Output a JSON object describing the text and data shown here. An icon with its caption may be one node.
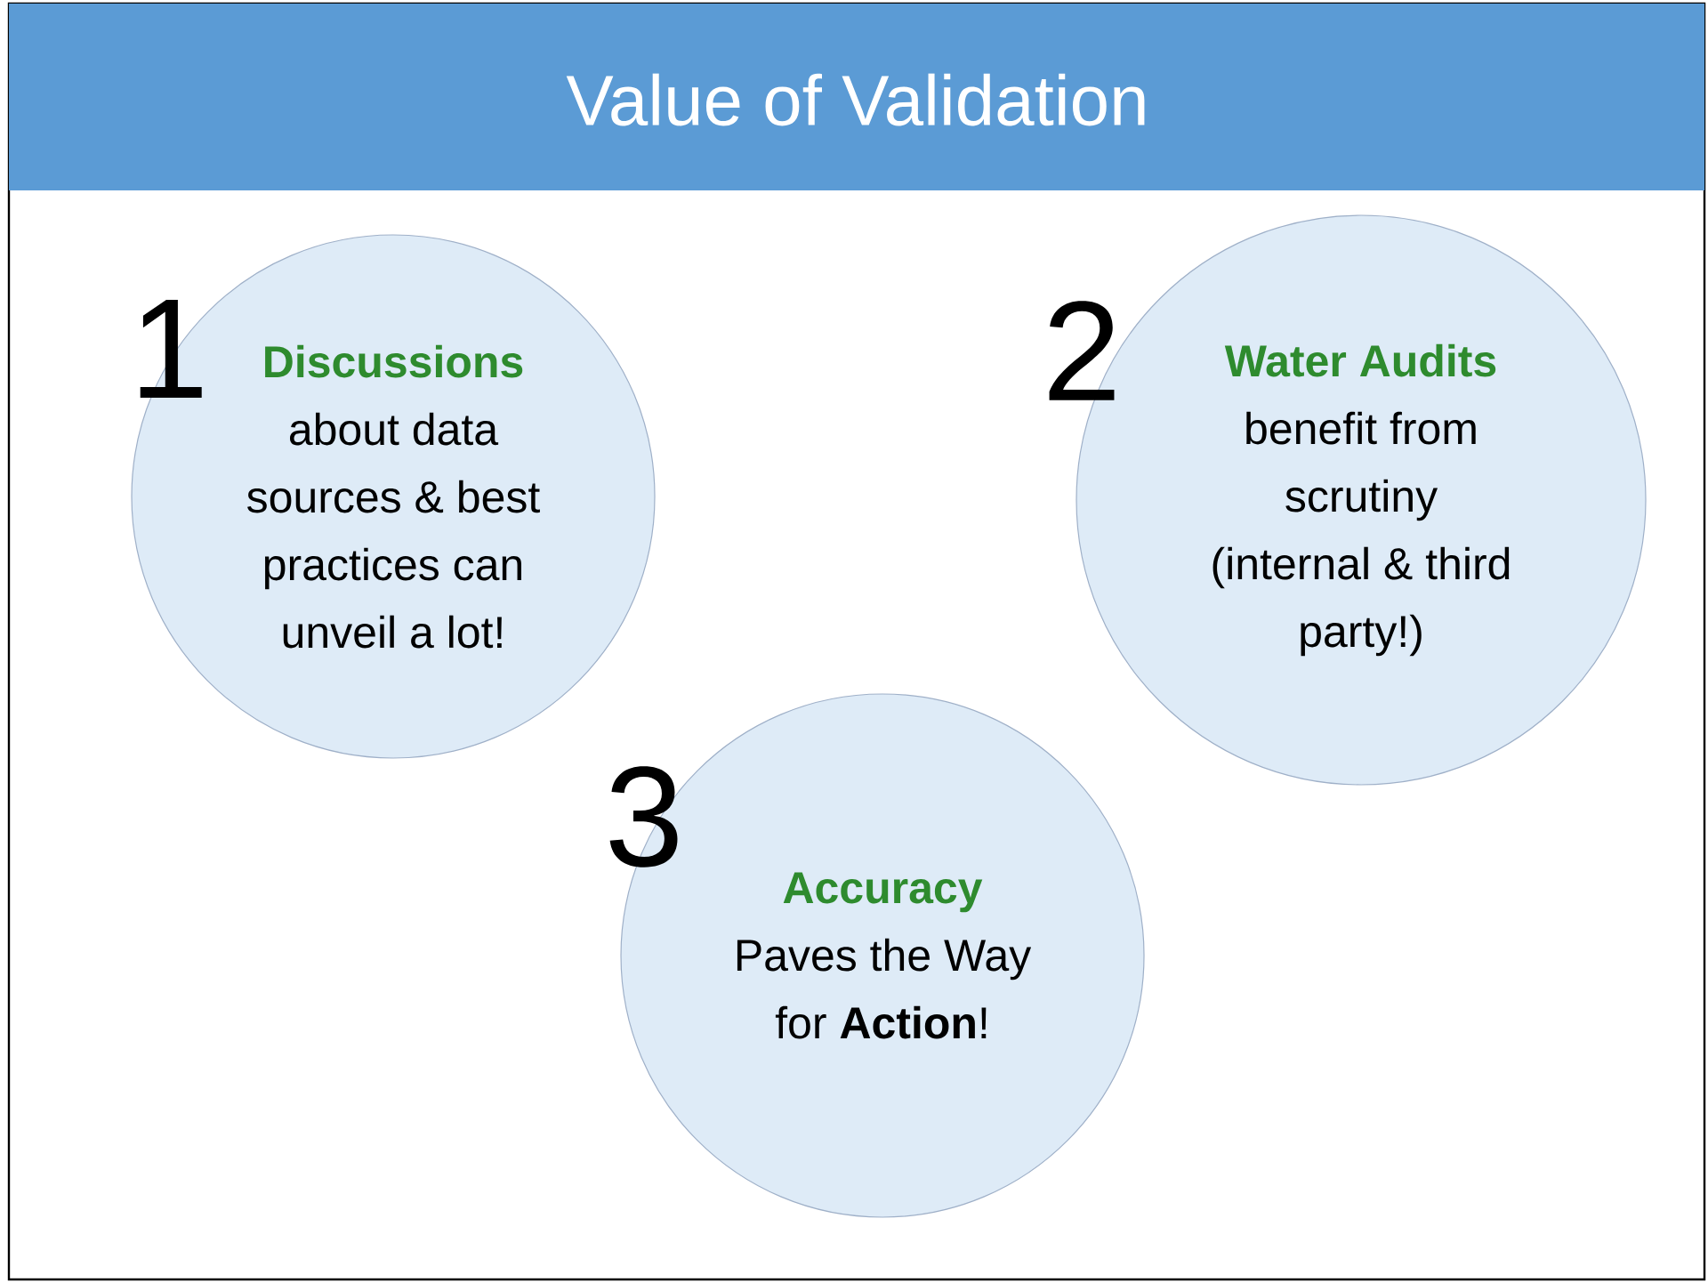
{
  "diagram": {
    "title": "Value of Validation",
    "nodes": [
      {
        "text": [
          "Discussions",
          "about data sources & best practices can unveil a lot!"
        ],
        "beside": [
          "1"
        ]
      },
      {
        "text": [
          "Water Audits",
          "benefit from scrutiny (internal & third party!)"
        ],
        "beside": [
          "2"
        ]
      },
      {
        "text": [
          "Accuracy",
          "Paves the Way for **Action**!"
        ],
        "beside": [
          "3"
        ]
      }
    ]
  }
}
